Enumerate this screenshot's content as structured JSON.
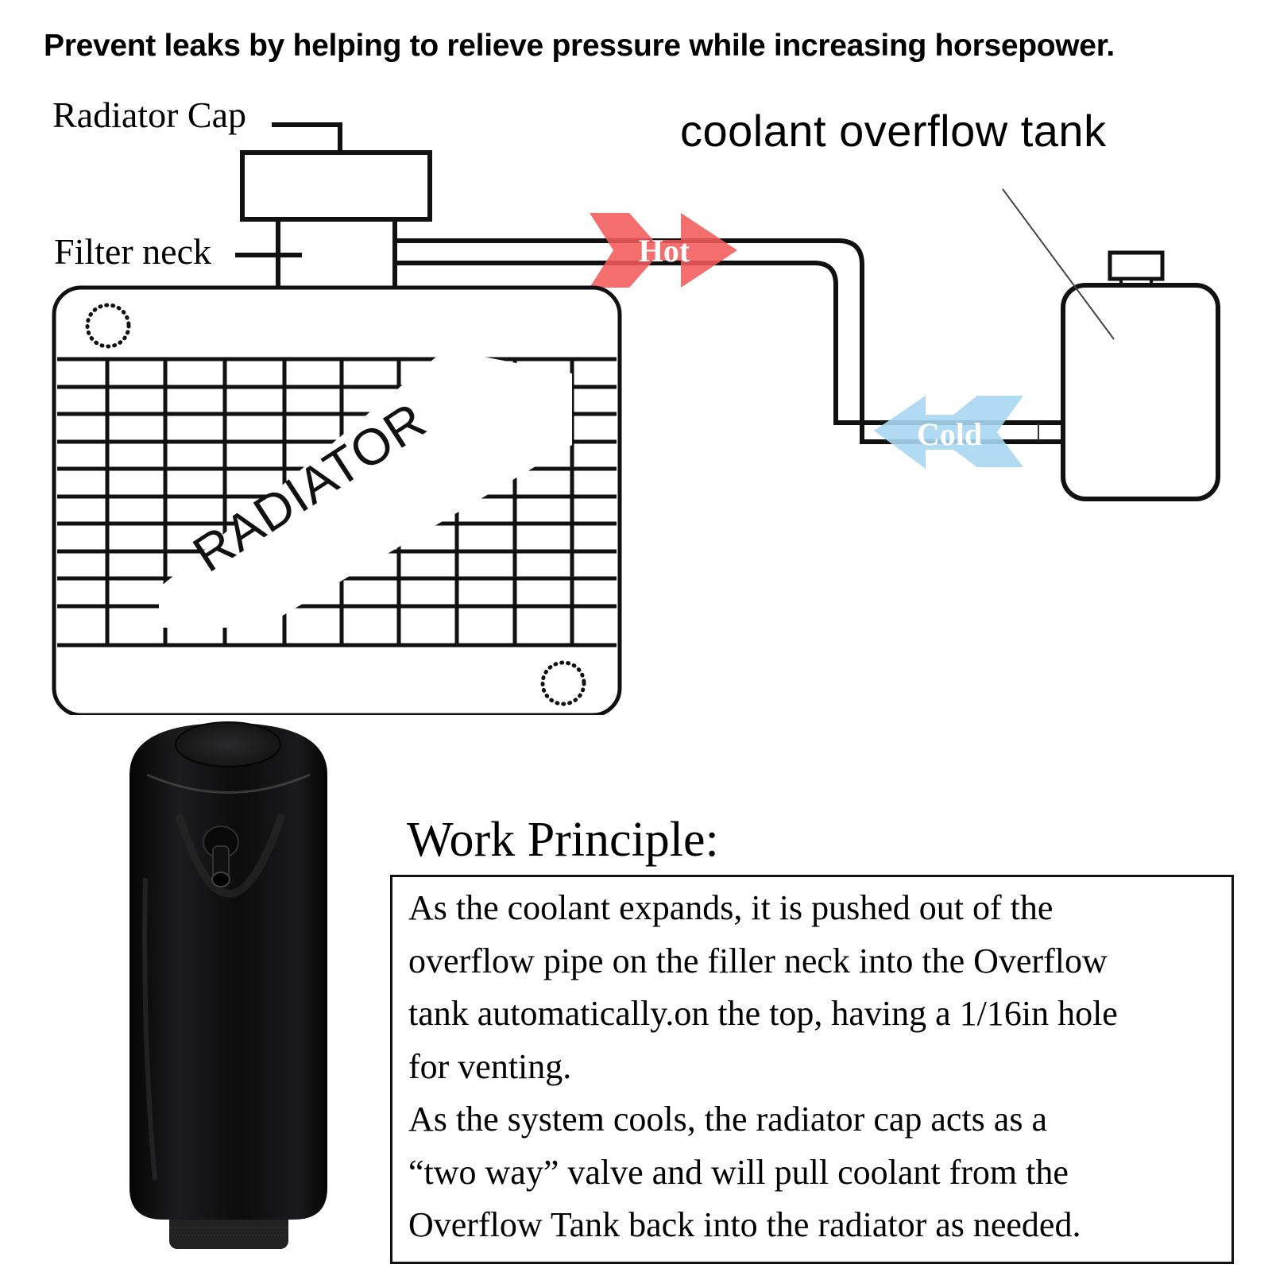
{
  "headline": "Prevent leaks by helping to relieve pressure while increasing horsepower.",
  "diagram": {
    "labels": {
      "radiator_cap": "Radiator Cap",
      "filter_neck": "Filter neck",
      "coolant_overflow_tank": "coolant overflow tank",
      "radiator": "RADIATOR"
    },
    "arrows": {
      "hot": {
        "label": "Hot",
        "color": "#f45a5a"
      },
      "cold": {
        "label": "Cold",
        "color": "#a9d6f2"
      }
    }
  },
  "product": {
    "icon": "black-overflow-tank-photo"
  },
  "work_principle": {
    "title": "Work Principle:",
    "lines": [
      "As the coolant expands, it is pushed out of the",
      "overflow pipe on the filler neck into the Overflow",
      "tank automatically.on the top, having a 1/16in hole",
      "for venting.",
      "As the system cools, the radiator cap acts as a",
      "“two way” valve and will pull coolant from the",
      "Overflow Tank back into the radiator as needed."
    ]
  }
}
